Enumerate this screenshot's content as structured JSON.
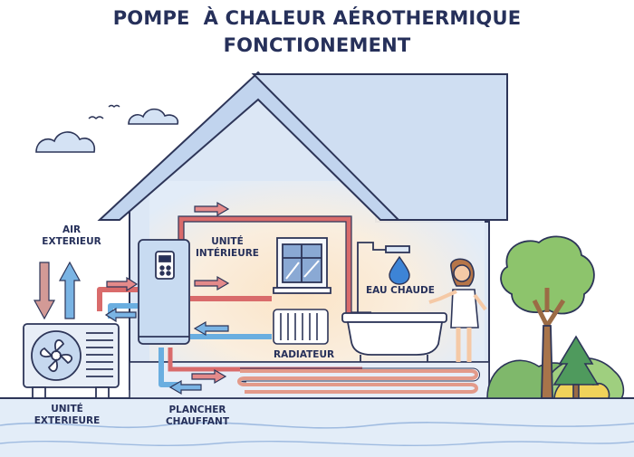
{
  "title": {
    "line1": "POMPE  À CHALEUR AÉROTHERMIQUE",
    "line2": "FONCTIONEMENT"
  },
  "labels": {
    "air_line1": "AIR",
    "air_line2": "EXTERIEUR",
    "indoor_line1": "UNITÉ",
    "indoor_line2": "INTÉRIEURE",
    "hot_water": "EAU CHAUDE",
    "radiator": "RADIATEUR",
    "outdoor_line1": "UNITÉ",
    "outdoor_line2": "EXTERIEURE",
    "floor_line1": "PLANCHER",
    "floor_line2": "CHAUFFANT"
  },
  "colors": {
    "title": "#26305a",
    "hot_pipe": "#e07a7a",
    "cold_pipe": "#6aaee0",
    "wall": "#dde8f6",
    "roof": "#c2d6ef"
  }
}
